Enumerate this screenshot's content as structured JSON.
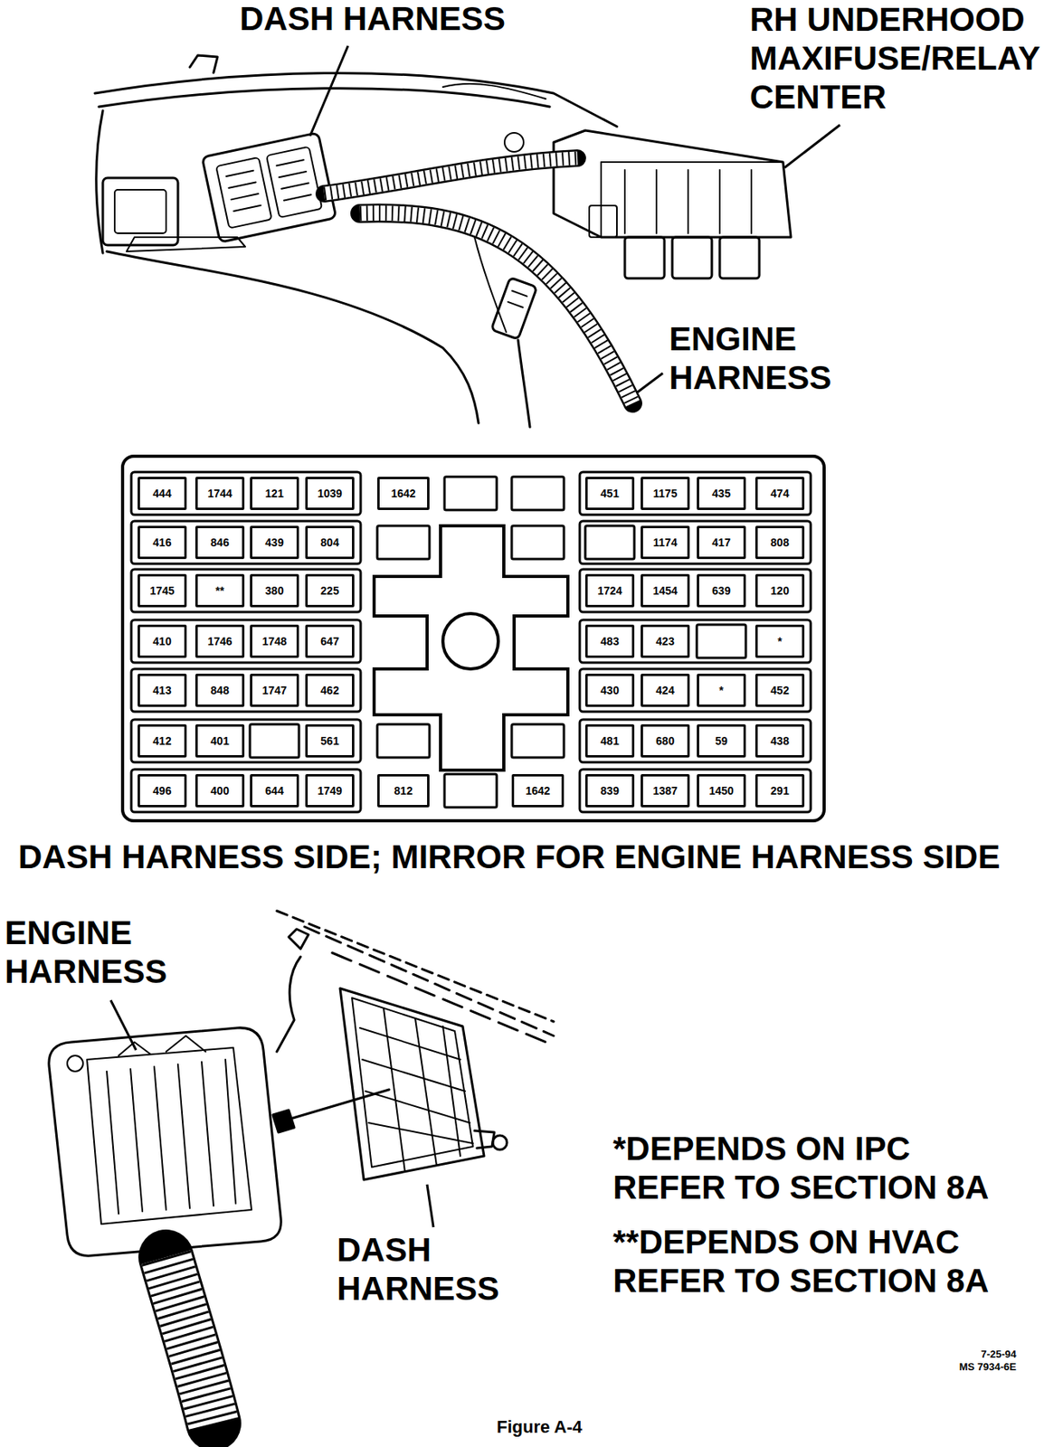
{
  "diagram": {
    "caption": "Figure A-4",
    "nodes": [
      {
        "text": [
          "444"
        ]
      },
      {
        "text": [
          "1744"
        ]
      },
      {
        "text": [
          "121"
        ]
      },
      {
        "text": [
          "1039"
        ]
      },
      {
        "text": [
          "1642"
        ]
      },
      {
        "text": [
          "451"
        ]
      },
      {
        "text": [
          "1175"
        ]
      },
      {
        "text": [
          "435"
        ]
      },
      {
        "text": [
          "474"
        ]
      },
      {
        "text": [
          "416"
        ]
      },
      {
        "text": [
          "846"
        ]
      },
      {
        "text": [
          "439"
        ]
      },
      {
        "text": [
          "804"
        ]
      },
      {
        "text": [
          "1174"
        ]
      },
      {
        "text": [
          "417"
        ]
      },
      {
        "text": [
          "808"
        ]
      },
      {
        "text": [
          "1745"
        ]
      },
      {
        "text": [
          "**"
        ]
      },
      {
        "text": [
          "380"
        ]
      },
      {
        "text": [
          "225"
        ]
      },
      {
        "text": [
          "1724"
        ]
      },
      {
        "text": [
          "1454"
        ]
      },
      {
        "text": [
          "639"
        ]
      },
      {
        "text": [
          "120"
        ]
      },
      {
        "text": [
          "410"
        ]
      },
      {
        "text": [
          "1746"
        ]
      },
      {
        "text": [
          "1748"
        ]
      },
      {
        "text": [
          "647"
        ]
      },
      {
        "text": [
          "483"
        ]
      },
      {
        "text": [
          "423"
        ]
      },
      {
        "text": [
          "*"
        ]
      },
      {
        "text": [
          "413"
        ]
      },
      {
        "text": [
          "848"
        ]
      },
      {
        "text": [
          "1747"
        ]
      },
      {
        "text": [
          "462"
        ]
      },
      {
        "text": [
          "430"
        ]
      },
      {
        "text": [
          "424"
        ]
      },
      {
        "text": [
          "*"
        ]
      },
      {
        "text": [
          "452"
        ]
      },
      {
        "text": [
          "412"
        ]
      },
      {
        "text": [
          "401"
        ]
      },
      {
        "text": [
          "561"
        ]
      },
      {
        "text": [
          "481"
        ]
      },
      {
        "text": [
          "680"
        ]
      },
      {
        "text": [
          "59"
        ]
      },
      {
        "text": [
          "438"
        ]
      },
      {
        "text": [
          "496"
        ]
      },
      {
        "text": [
          "400"
        ]
      },
      {
        "text": [
          "644"
        ]
      },
      {
        "text": [
          "1749"
        ]
      },
      {
        "text": [
          "812"
        ]
      },
      {
        "text": [
          "1642"
        ]
      },
      {
        "text": [
          "839"
        ]
      },
      {
        "text": [
          "1387"
        ]
      },
      {
        "text": [
          "1450"
        ]
      },
      {
        "text": [
          "291"
        ]
      }
    ],
    "labels": [
      "DASH HARNESS",
      "RH UNDERHOOD MAXIFUSE/RELAY CENTER",
      "ENGINE HARNESS",
      "DASH HARNESS SIDE; MIRROR FOR ENGINE HARNESS SIDE",
      "ENGINE HARNESS",
      "DASH HARNESS",
      "*DEPENDS ON IPC REFER TO SECTION 8A",
      "**DEPENDS ON HVAC REFER TO SECTION 8A",
      "7-25-94",
      "MS 7934-6E"
    ]
  }
}
